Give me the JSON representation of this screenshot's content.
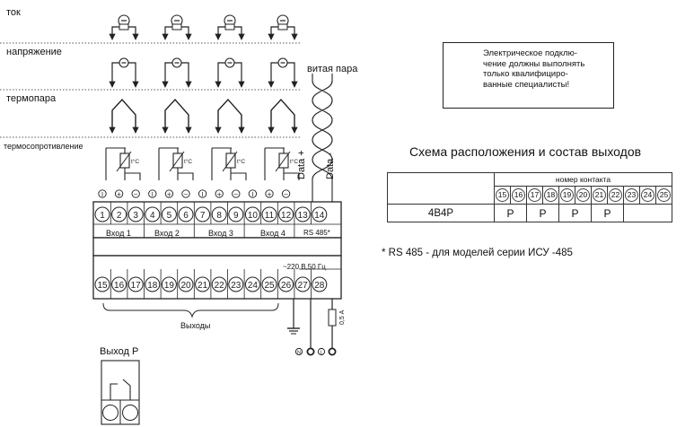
{
  "labels": {
    "current": "ток",
    "voltage": "напряжение",
    "thermocouple": "термопара",
    "thermoresistance": "термосопротивление",
    "twisted_pair": "витая пара",
    "data_plus": "Data +",
    "data_minus": "Data -",
    "outputs": "Выходы",
    "output_p": "Выход  Р",
    "power": "~220 В,50 Гц",
    "fuse": "0,5 А",
    "rs485": "RS 485*",
    "tc": "t°C",
    "N": "N",
    "L": "L"
  },
  "inputs": [
    "Вход 1",
    "Вход 2",
    "Вход 3",
    "Вход 4"
  ],
  "terminals_top": [
    "1",
    "2",
    "3",
    "4",
    "5",
    "6",
    "7",
    "8",
    "9",
    "10",
    "11",
    "12",
    "13",
    "14"
  ],
  "terminals_bottom": [
    "15",
    "16",
    "17",
    "18",
    "19",
    "20",
    "21",
    "22",
    "23",
    "24",
    "25",
    "26",
    "27",
    "28"
  ],
  "polarity_marks": [
    "I",
    "+",
    "−",
    "I",
    "+",
    "−",
    "I",
    "+",
    "−",
    "I",
    "+",
    "−"
  ],
  "warning": {
    "text": "Электрическое подклю-\nчение должны выполнять\nтолько квалифициро-\nванные специалисты!",
    "icon": "!"
  },
  "schema": {
    "title": "Схема расположения и состав выходов",
    "header": "номер контакта",
    "contacts": [
      "15",
      "16",
      "17",
      "18",
      "19",
      "20",
      "21",
      "22",
      "23",
      "24",
      "25"
    ],
    "model": "4В4Р",
    "cells": [
      "Р",
      "Р",
      "Р",
      "Р"
    ]
  },
  "footnote": "* RS 485 - для моделей серии ИСУ -485",
  "colors": {
    "line": "#222222"
  }
}
